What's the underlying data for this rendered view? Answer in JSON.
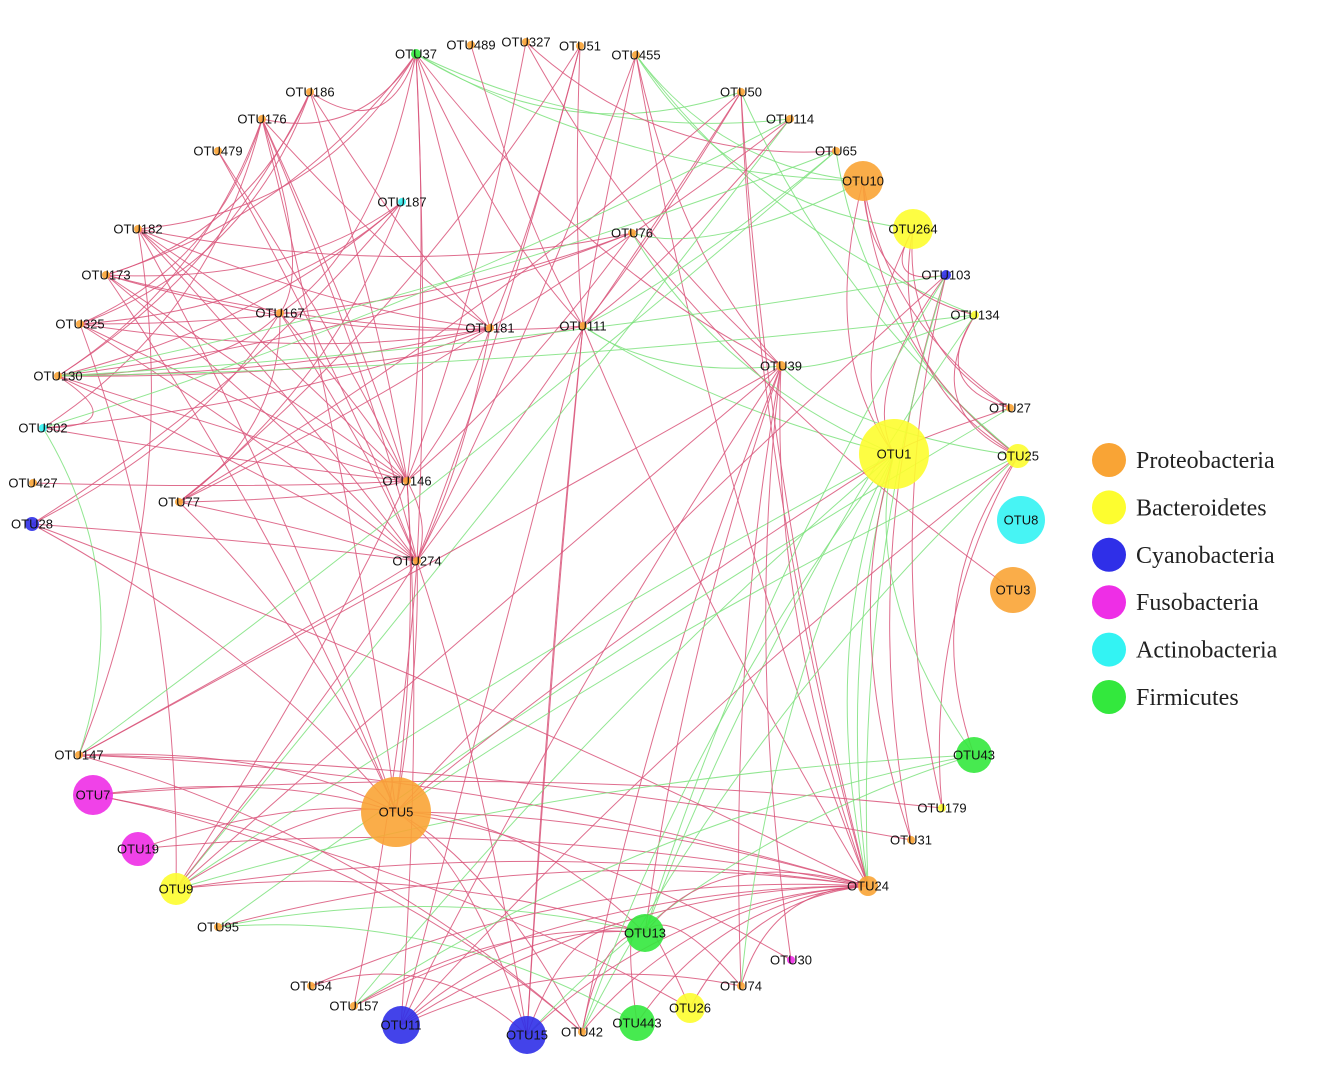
{
  "phyla": [
    {
      "key": "P",
      "name": "Proteobacteria",
      "color": "#f9a435"
    },
    {
      "key": "B",
      "name": "Bacteroidetes",
      "color": "#fdfd2f"
    },
    {
      "key": "C",
      "name": "Cyanobacteria",
      "color": "#2f2fe8"
    },
    {
      "key": "F",
      "name": "Fusobacteria",
      "color": "#ee2ee6"
    },
    {
      "key": "A",
      "name": "Actinobacteria",
      "color": "#33f3f3"
    },
    {
      "key": "M",
      "name": "Firmicutes",
      "color": "#33e83d"
    }
  ],
  "edge_colors": {
    "positive": "#d9557a",
    "negative": "#7ee27e"
  },
  "nodes": [
    {
      "id": "OTU37",
      "phylum": "M"
    },
    {
      "id": "OTU489",
      "phylum": "P"
    },
    {
      "id": "OTU327",
      "phylum": "P"
    },
    {
      "id": "OTU51",
      "phylum": "P"
    },
    {
      "id": "OTU455",
      "phylum": "P"
    },
    {
      "id": "OTU186",
      "phylum": "P"
    },
    {
      "id": "OTU176",
      "phylum": "P"
    },
    {
      "id": "OTU479",
      "phylum": "P"
    },
    {
      "id": "OTU187",
      "phylum": "A"
    },
    {
      "id": "OTU182",
      "phylum": "P"
    },
    {
      "id": "OTU173",
      "phylum": "P"
    },
    {
      "id": "OTU325",
      "phylum": "P"
    },
    {
      "id": "OTU167",
      "phylum": "P"
    },
    {
      "id": "OTU181",
      "phylum": "P"
    },
    {
      "id": "OTU111",
      "phylum": "P"
    },
    {
      "id": "OTU76",
      "phylum": "P"
    },
    {
      "id": "OTU50",
      "phylum": "P"
    },
    {
      "id": "OTU114",
      "phylum": "P"
    },
    {
      "id": "OTU65",
      "phylum": "P"
    },
    {
      "id": "OTU10",
      "phylum": "P"
    },
    {
      "id": "OTU264",
      "phylum": "B"
    },
    {
      "id": "OTU103",
      "phylum": "C"
    },
    {
      "id": "OTU134",
      "phylum": "B"
    },
    {
      "id": "OTU39",
      "phylum": "P"
    },
    {
      "id": "OTU27",
      "phylum": "P"
    },
    {
      "id": "OTU1",
      "phylum": "B"
    },
    {
      "id": "OTU25",
      "phylum": "B"
    },
    {
      "id": "OTU8",
      "phylum": "A"
    },
    {
      "id": "OTU3",
      "phylum": "P"
    },
    {
      "id": "OTU130",
      "phylum": "P"
    },
    {
      "id": "OTU502",
      "phylum": "A"
    },
    {
      "id": "OTU427",
      "phylum": "P"
    },
    {
      "id": "OTU28",
      "phylum": "C"
    },
    {
      "id": "OTU77",
      "phylum": "P"
    },
    {
      "id": "OTU146",
      "phylum": "P"
    },
    {
      "id": "OTU274",
      "phylum": "P"
    },
    {
      "id": "OTU147",
      "phylum": "P"
    },
    {
      "id": "OTU7",
      "phylum": "F"
    },
    {
      "id": "OTU19",
      "phylum": "F"
    },
    {
      "id": "OTU9",
      "phylum": "B"
    },
    {
      "id": "OTU5",
      "phylum": "P"
    },
    {
      "id": "OTU95",
      "phylum": "P"
    },
    {
      "id": "OTU54",
      "phylum": "P"
    },
    {
      "id": "OTU157",
      "phylum": "P"
    },
    {
      "id": "OTU11",
      "phylum": "C"
    },
    {
      "id": "OTU15",
      "phylum": "C"
    },
    {
      "id": "OTU42",
      "phylum": "P"
    },
    {
      "id": "OTU443",
      "phylum": "M"
    },
    {
      "id": "OTU26",
      "phylum": "B"
    },
    {
      "id": "OTU13",
      "phylum": "M"
    },
    {
      "id": "OTU74",
      "phylum": "P"
    },
    {
      "id": "OTU30",
      "phylum": "F"
    },
    {
      "id": "OTU24",
      "phylum": "P"
    },
    {
      "id": "OTU31",
      "phylum": "P"
    },
    {
      "id": "OTU179",
      "phylum": "B"
    },
    {
      "id": "OTU43",
      "phylum": "M"
    }
  ],
  "edges": [
    [
      "OTU37",
      "OTU176",
      "p"
    ],
    [
      "OTU37",
      "OTU186",
      "p"
    ],
    [
      "OTU37",
      "OTU182",
      "p"
    ],
    [
      "OTU37",
      "OTU173",
      "p"
    ],
    [
      "OTU37",
      "OTU146",
      "p"
    ],
    [
      "OTU37",
      "OTU274",
      "p"
    ],
    [
      "OTU37",
      "OTU111",
      "p"
    ],
    [
      "OTU37",
      "OTU39",
      "p"
    ],
    [
      "OTU37",
      "OTU10",
      "n"
    ],
    [
      "OTU37",
      "OTU50",
      "n"
    ],
    [
      "OTU37",
      "OTU114",
      "n"
    ],
    [
      "OTU37",
      "OTU181",
      "p"
    ],
    [
      "OTU37",
      "OTU167",
      "p"
    ],
    [
      "OTU489",
      "OTU111",
      "p"
    ],
    [
      "OTU327",
      "OTU146",
      "p"
    ],
    [
      "OTU327",
      "OTU39",
      "p"
    ],
    [
      "OTU327",
      "OTU65",
      "p"
    ],
    [
      "OTU51",
      "OTU77",
      "p"
    ],
    [
      "OTU51",
      "OTU111",
      "p"
    ],
    [
      "OTU51",
      "OTU274",
      "p"
    ],
    [
      "OTU51",
      "OTU181",
      "p"
    ],
    [
      "OTU455",
      "OTU111",
      "p"
    ],
    [
      "OTU455",
      "OTU24",
      "p"
    ],
    [
      "OTU455",
      "OTU134",
      "n"
    ],
    [
      "OTU455",
      "OTU264",
      "n"
    ],
    [
      "OTU455",
      "OTU10",
      "n"
    ],
    [
      "OTU455",
      "OTU39",
      "p"
    ],
    [
      "OTU455",
      "OTU274",
      "p"
    ],
    [
      "OTU186",
      "OTU173",
      "p"
    ],
    [
      "OTU186",
      "OTU325",
      "p"
    ],
    [
      "OTU186",
      "OTU130",
      "p"
    ],
    [
      "OTU186",
      "OTU146",
      "p"
    ],
    [
      "OTU186",
      "OTU181",
      "p"
    ],
    [
      "OTU176",
      "OTU325",
      "p"
    ],
    [
      "OTU176",
      "OTU502",
      "p"
    ],
    [
      "OTU176",
      "OTU130",
      "p"
    ],
    [
      "OTU176",
      "OTU146",
      "p"
    ],
    [
      "OTU176",
      "OTU274",
      "p"
    ],
    [
      "OTU176",
      "OTU181",
      "p"
    ],
    [
      "OTU176",
      "OTU167",
      "p"
    ],
    [
      "OTU176",
      "OTU5",
      "p"
    ],
    [
      "OTU479",
      "OTU274",
      "p"
    ],
    [
      "OTU479",
      "OTU146",
      "p"
    ],
    [
      "OTU187",
      "OTU130",
      "p"
    ],
    [
      "OTU187",
      "OTU325",
      "p"
    ],
    [
      "OTU187",
      "OTU28",
      "p"
    ],
    [
      "OTU187",
      "OTU173",
      "p"
    ],
    [
      "OTU187",
      "OTU77",
      "p"
    ],
    [
      "OTU182",
      "OTU181",
      "p"
    ],
    [
      "OTU182",
      "OTU76",
      "p"
    ],
    [
      "OTU182",
      "OTU274",
      "p"
    ],
    [
      "OTU182",
      "OTU146",
      "p"
    ],
    [
      "OTU182",
      "OTU147",
      "p"
    ],
    [
      "OTU182",
      "OTU5",
      "p"
    ],
    [
      "OTU173",
      "OTU181",
      "p"
    ],
    [
      "OTU173",
      "OTU146",
      "p"
    ],
    [
      "OTU173",
      "OTU274",
      "p"
    ],
    [
      "OTU173",
      "OTU111",
      "p"
    ],
    [
      "OTU173",
      "OTU5",
      "p"
    ],
    [
      "OTU325",
      "OTU181",
      "p"
    ],
    [
      "OTU325",
      "OTU146",
      "p"
    ],
    [
      "OTU325",
      "OTU274",
      "p"
    ],
    [
      "OTU325",
      "OTU76",
      "p"
    ],
    [
      "OTU325",
      "OTU9",
      "p"
    ],
    [
      "OTU167",
      "OTU146",
      "p"
    ],
    [
      "OTU167",
      "OTU274",
      "p"
    ],
    [
      "OTU167",
      "OTU130",
      "p"
    ],
    [
      "OTU167",
      "OTU77",
      "p"
    ],
    [
      "OTU167",
      "OTU28",
      "p"
    ],
    [
      "OTU167",
      "OTU182",
      "p"
    ],
    [
      "OTU181",
      "OTU130",
      "p"
    ],
    [
      "OTU181",
      "OTU502",
      "p"
    ],
    [
      "OTU181",
      "OTU274",
      "p"
    ],
    [
      "OTU181",
      "OTU146",
      "p"
    ],
    [
      "OTU111",
      "OTU39",
      "n"
    ],
    [
      "OTU111",
      "OTU1",
      "n"
    ],
    [
      "OTU111",
      "OTU24",
      "p"
    ],
    [
      "OTU111",
      "OTU15",
      "p"
    ],
    [
      "OTU111",
      "OTU50",
      "p"
    ],
    [
      "OTU111",
      "OTU114",
      "p"
    ],
    [
      "OTU111",
      "OTU65",
      "n"
    ],
    [
      "OTU111",
      "OTU130",
      "p"
    ],
    [
      "OTU111",
      "OTU11",
      "p"
    ],
    [
      "OTU76",
      "OTU130",
      "p"
    ],
    [
      "OTU76",
      "OTU146",
      "p"
    ],
    [
      "OTU76",
      "OTU3",
      "p"
    ],
    [
      "OTU76",
      "OTU10",
      "n"
    ],
    [
      "OTU76",
      "OTU1",
      "n"
    ],
    [
      "OTU50",
      "OTU274",
      "p"
    ],
    [
      "OTU50",
      "OTU24",
      "p"
    ],
    [
      "OTU50",
      "OTU25",
      "n"
    ],
    [
      "OTU50",
      "OTU77",
      "p"
    ],
    [
      "OTU114",
      "OTU9",
      "n"
    ],
    [
      "OTU114",
      "OTU502",
      "n"
    ],
    [
      "OTU114",
      "OTU77",
      "p"
    ],
    [
      "OTU65",
      "OTU130",
      "n"
    ],
    [
      "OTU65",
      "OTU25",
      "n"
    ],
    [
      "OTU65",
      "OTU147",
      "n"
    ],
    [
      "OTU10",
      "OTU134",
      "p"
    ],
    [
      "OTU10",
      "OTU1",
      "p"
    ],
    [
      "OTU10",
      "OTU27",
      "p"
    ],
    [
      "OTU10",
      "OTU25",
      "p"
    ],
    [
      "OTU264",
      "OTU25",
      "p"
    ],
    [
      "OTU264",
      "OTU27",
      "p"
    ],
    [
      "OTU264",
      "OTU1",
      "p"
    ],
    [
      "OTU264",
      "OTU103",
      "p"
    ],
    [
      "OTU103",
      "OTU1",
      "p"
    ],
    [
      "OTU103",
      "OTU31",
      "p"
    ],
    [
      "OTU103",
      "OTU24",
      "n"
    ],
    [
      "OTU103",
      "OTU13",
      "n"
    ],
    [
      "OTU103",
      "OTU130",
      "n"
    ],
    [
      "OTU103",
      "OTU5",
      "p"
    ],
    [
      "OTU134",
      "OTU39",
      "n"
    ],
    [
      "OTU134",
      "OTU27",
      "p"
    ],
    [
      "OTU134",
      "OTU25",
      "p"
    ],
    [
      "OTU134",
      "OTU130",
      "n"
    ],
    [
      "OTU134",
      "OTU13",
      "n"
    ],
    [
      "OTU39",
      "OTU24",
      "p"
    ],
    [
      "OTU39",
      "OTU74",
      "p"
    ],
    [
      "OTU39",
      "OTU42",
      "p"
    ],
    [
      "OTU39",
      "OTU9",
      "p"
    ],
    [
      "OTU39",
      "OTU25",
      "n"
    ],
    [
      "OTU39",
      "OTU147",
      "p"
    ],
    [
      "OTU39",
      "OTU13",
      "p"
    ],
    [
      "OTU39",
      "OTU11",
      "p"
    ],
    [
      "OTU27",
      "OTU1",
      "p"
    ],
    [
      "OTU27",
      "OTU95",
      "n"
    ],
    [
      "OTU1",
      "OTU9",
      "n"
    ],
    [
      "OTU1",
      "OTU5",
      "p"
    ],
    [
      "OTU1",
      "OTU157",
      "n"
    ],
    [
      "OTU1",
      "OTU24",
      "n"
    ],
    [
      "OTU25",
      "OTU5",
      "n"
    ],
    [
      "OTU25",
      "OTU42",
      "n"
    ],
    [
      "OTU25",
      "OTU11",
      "p"
    ],
    [
      "OTU25",
      "OTU43",
      "p"
    ],
    [
      "OTU130",
      "OTU274",
      "p"
    ],
    [
      "OTU130",
      "OTU146",
      "p"
    ],
    [
      "OTU130",
      "OTU502",
      "p"
    ],
    [
      "OTU502",
      "OTU146",
      "p"
    ],
    [
      "OTU502",
      "OTU147",
      "n"
    ],
    [
      "OTU427",
      "OTU146",
      "p"
    ],
    [
      "OTU28",
      "OTU5",
      "p"
    ],
    [
      "OTU28",
      "OTU274",
      "p"
    ],
    [
      "OTU28",
      "OTU24",
      "p"
    ],
    [
      "OTU77",
      "OTU146",
      "p"
    ],
    [
      "OTU77",
      "OTU274",
      "p"
    ],
    [
      "OTU77",
      "OTU5",
      "p"
    ],
    [
      "OTU146",
      "OTU274",
      "p"
    ],
    [
      "OTU146",
      "OTU5",
      "p"
    ],
    [
      "OTU146",
      "OTU11",
      "p"
    ],
    [
      "OTU146",
      "OTU9",
      "p"
    ],
    [
      "OTU274",
      "OTU9",
      "p"
    ],
    [
      "OTU274",
      "OTU15",
      "p"
    ],
    [
      "OTU274",
      "OTU157",
      "p"
    ],
    [
      "OTU274",
      "OTU147",
      "p"
    ],
    [
      "OTU274",
      "OTU5",
      "p"
    ],
    [
      "OTU147",
      "OTU5",
      "p"
    ],
    [
      "OTU147",
      "OTU24",
      "p"
    ],
    [
      "OTU147",
      "OTU31",
      "p"
    ],
    [
      "OTU147",
      "OTU42",
      "p"
    ],
    [
      "OTU7",
      "OTU5",
      "p"
    ],
    [
      "OTU7",
      "OTU179",
      "p"
    ],
    [
      "OTU7",
      "OTU42",
      "p"
    ],
    [
      "OTU7",
      "OTU26",
      "p"
    ],
    [
      "OTU19",
      "OTU24",
      "p"
    ],
    [
      "OTU19",
      "OTU5",
      "p"
    ],
    [
      "OTU9",
      "OTU24",
      "p"
    ],
    [
      "OTU9",
      "OTU5",
      "p"
    ],
    [
      "OTU9",
      "OTU13",
      "p"
    ],
    [
      "OTU9",
      "OTU43",
      "n"
    ],
    [
      "OTU5",
      "OTU24",
      "p"
    ],
    [
      "OTU5",
      "OTU42",
      "p"
    ],
    [
      "OTU5",
      "OTU13",
      "p"
    ],
    [
      "OTU5",
      "OTU30",
      "p"
    ],
    [
      "OTU5",
      "OTU15",
      "p"
    ],
    [
      "OTU95",
      "OTU13",
      "n"
    ],
    [
      "OTU95",
      "OTU443",
      "n"
    ],
    [
      "OTU95",
      "OTU24",
      "p"
    ],
    [
      "OTU54",
      "OTU15",
      "p"
    ],
    [
      "OTU54",
      "OTU24",
      "p"
    ],
    [
      "OTU157",
      "OTU13",
      "p"
    ],
    [
      "OTU157",
      "OTU24",
      "p"
    ],
    [
      "OTU157",
      "OTU43",
      "n"
    ],
    [
      "OTU11",
      "OTU13",
      "p"
    ],
    [
      "OTU11",
      "OTU24",
      "p"
    ],
    [
      "OTU11",
      "OTU74",
      "p"
    ],
    [
      "OTU15",
      "OTU24",
      "p"
    ],
    [
      "OTU15",
      "OTU13",
      "p"
    ],
    [
      "OTU15",
      "OTU111",
      "p"
    ],
    [
      "OTU15",
      "OTU43",
      "n"
    ],
    [
      "OTU42",
      "OTU13",
      "p"
    ],
    [
      "OTU42",
      "OTU24",
      "p"
    ],
    [
      "OTU42",
      "OTU1",
      "n"
    ],
    [
      "OTU443",
      "OTU24",
      "p"
    ],
    [
      "OTU443",
      "OTU13",
      "p"
    ],
    [
      "OTU26",
      "OTU24",
      "p"
    ],
    [
      "OTU26",
      "OTU13",
      "p"
    ],
    [
      "OTU13",
      "OTU24",
      "p"
    ],
    [
      "OTU13",
      "OTU74",
      "p"
    ],
    [
      "OTU74",
      "OTU1",
      "n"
    ],
    [
      "OTU74",
      "OTU24",
      "p"
    ],
    [
      "OTU30",
      "OTU39",
      "p"
    ],
    [
      "OTU24",
      "OTU1",
      "n"
    ],
    [
      "OTU24",
      "OTU50",
      "p"
    ],
    [
      "OTU31",
      "OTU1",
      "p"
    ],
    [
      "OTU179",
      "OTU25",
      "p"
    ],
    [
      "OTU179",
      "OTU103",
      "p"
    ],
    [
      "OTU43",
      "OTU1",
      "n"
    ]
  ]
}
